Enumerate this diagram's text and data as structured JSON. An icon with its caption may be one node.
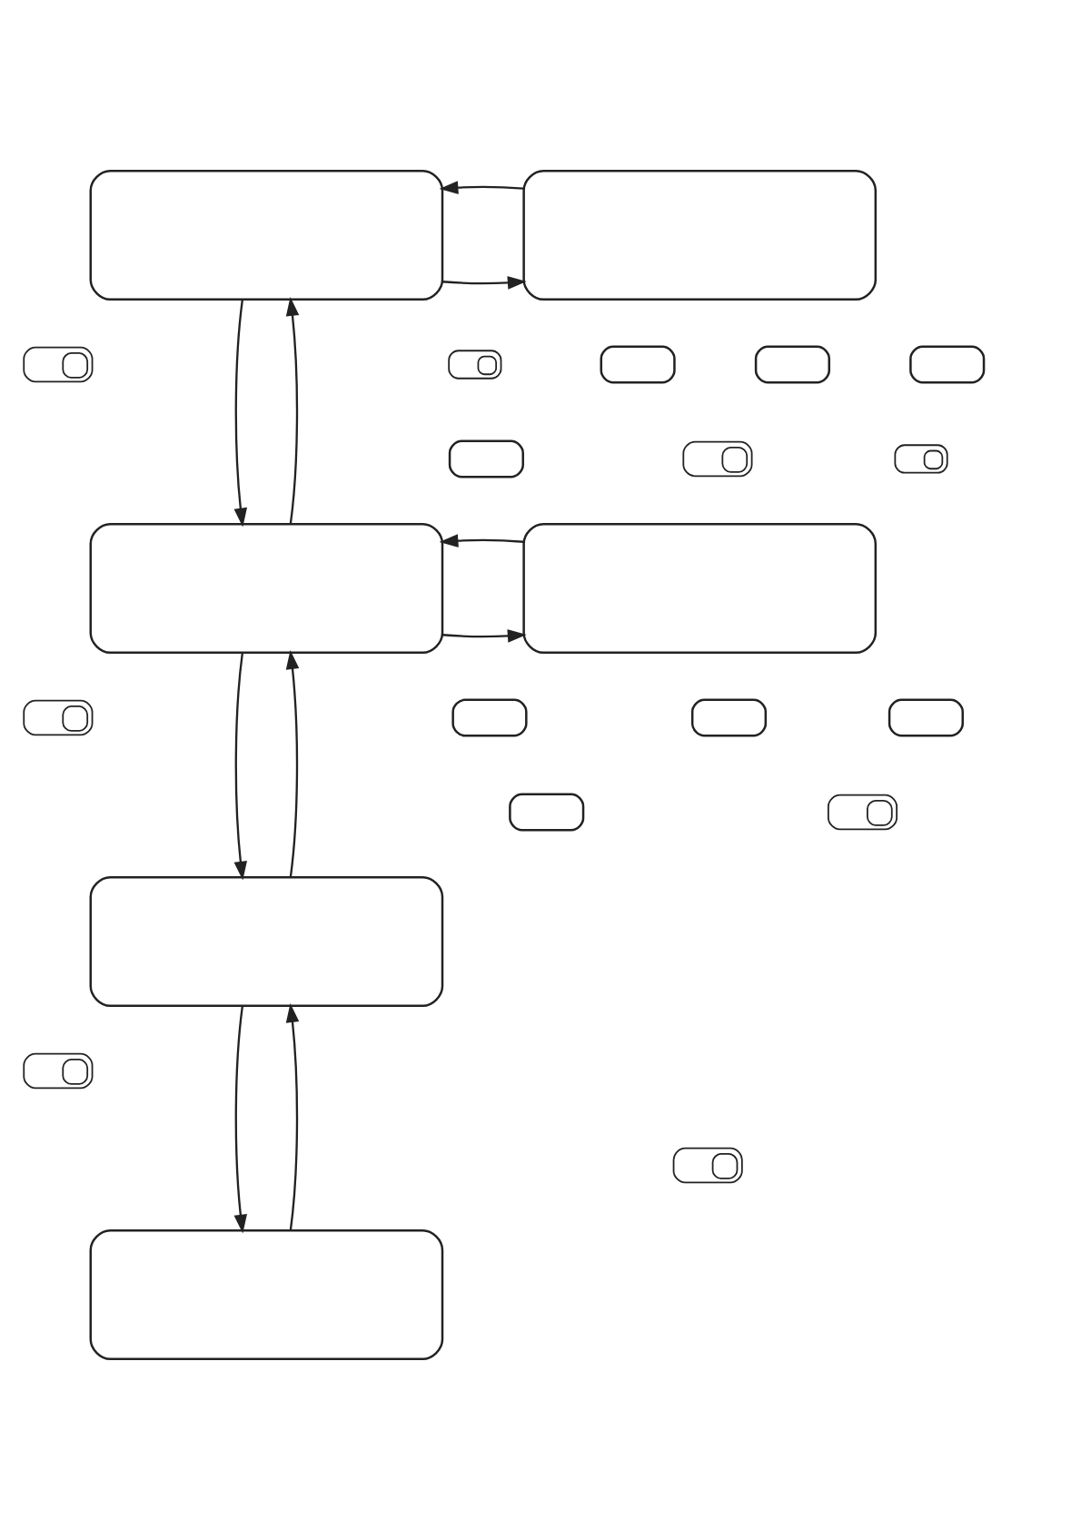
{
  "diagram": {
    "nodes": [
      {
        "text": [],
        "shape": "box"
      },
      {
        "text": [],
        "shape": "box"
      },
      {
        "text": [],
        "shape": "toggle"
      },
      {
        "text": [],
        "shape": "toggle"
      },
      {
        "text": [],
        "shape": "pill"
      },
      {
        "text": [],
        "shape": "pill"
      },
      {
        "text": [],
        "shape": "pill"
      },
      {
        "text": [],
        "shape": "pill"
      },
      {
        "text": [],
        "shape": "toggle"
      },
      {
        "text": [],
        "shape": "box"
      },
      {
        "text": [],
        "shape": "box"
      },
      {
        "text": [],
        "shape": "toggle"
      },
      {
        "text": [],
        "shape": "toggle"
      },
      {
        "text": [],
        "shape": "pill"
      },
      {
        "text": [],
        "shape": "pill"
      },
      {
        "text": [],
        "shape": "pill"
      },
      {
        "text": [],
        "shape": "pill"
      },
      {
        "text": [],
        "shape": "toggle"
      },
      {
        "text": [],
        "shape": "box"
      },
      {
        "text": [],
        "shape": "toggle"
      },
      {
        "text": [],
        "shape": "toggle"
      },
      {
        "text": [],
        "shape": "box"
      }
    ],
    "edges": [
      {
        "from": 0,
        "to": 1,
        "arrow": "to"
      },
      {
        "from": 1,
        "to": 0,
        "arrow": "to"
      },
      {
        "from": 0,
        "to": 9,
        "arrow": "to"
      },
      {
        "from": 9,
        "to": 0,
        "arrow": "to"
      },
      {
        "from": 9,
        "to": 10,
        "arrow": "to"
      },
      {
        "from": 10,
        "to": 9,
        "arrow": "to"
      },
      {
        "from": 9,
        "to": 18,
        "arrow": "to"
      },
      {
        "from": 18,
        "to": 9,
        "arrow": "to"
      },
      {
        "from": 18,
        "to": 21,
        "arrow": "to"
      },
      {
        "from": 21,
        "to": 18,
        "arrow": "to"
      }
    ]
  }
}
